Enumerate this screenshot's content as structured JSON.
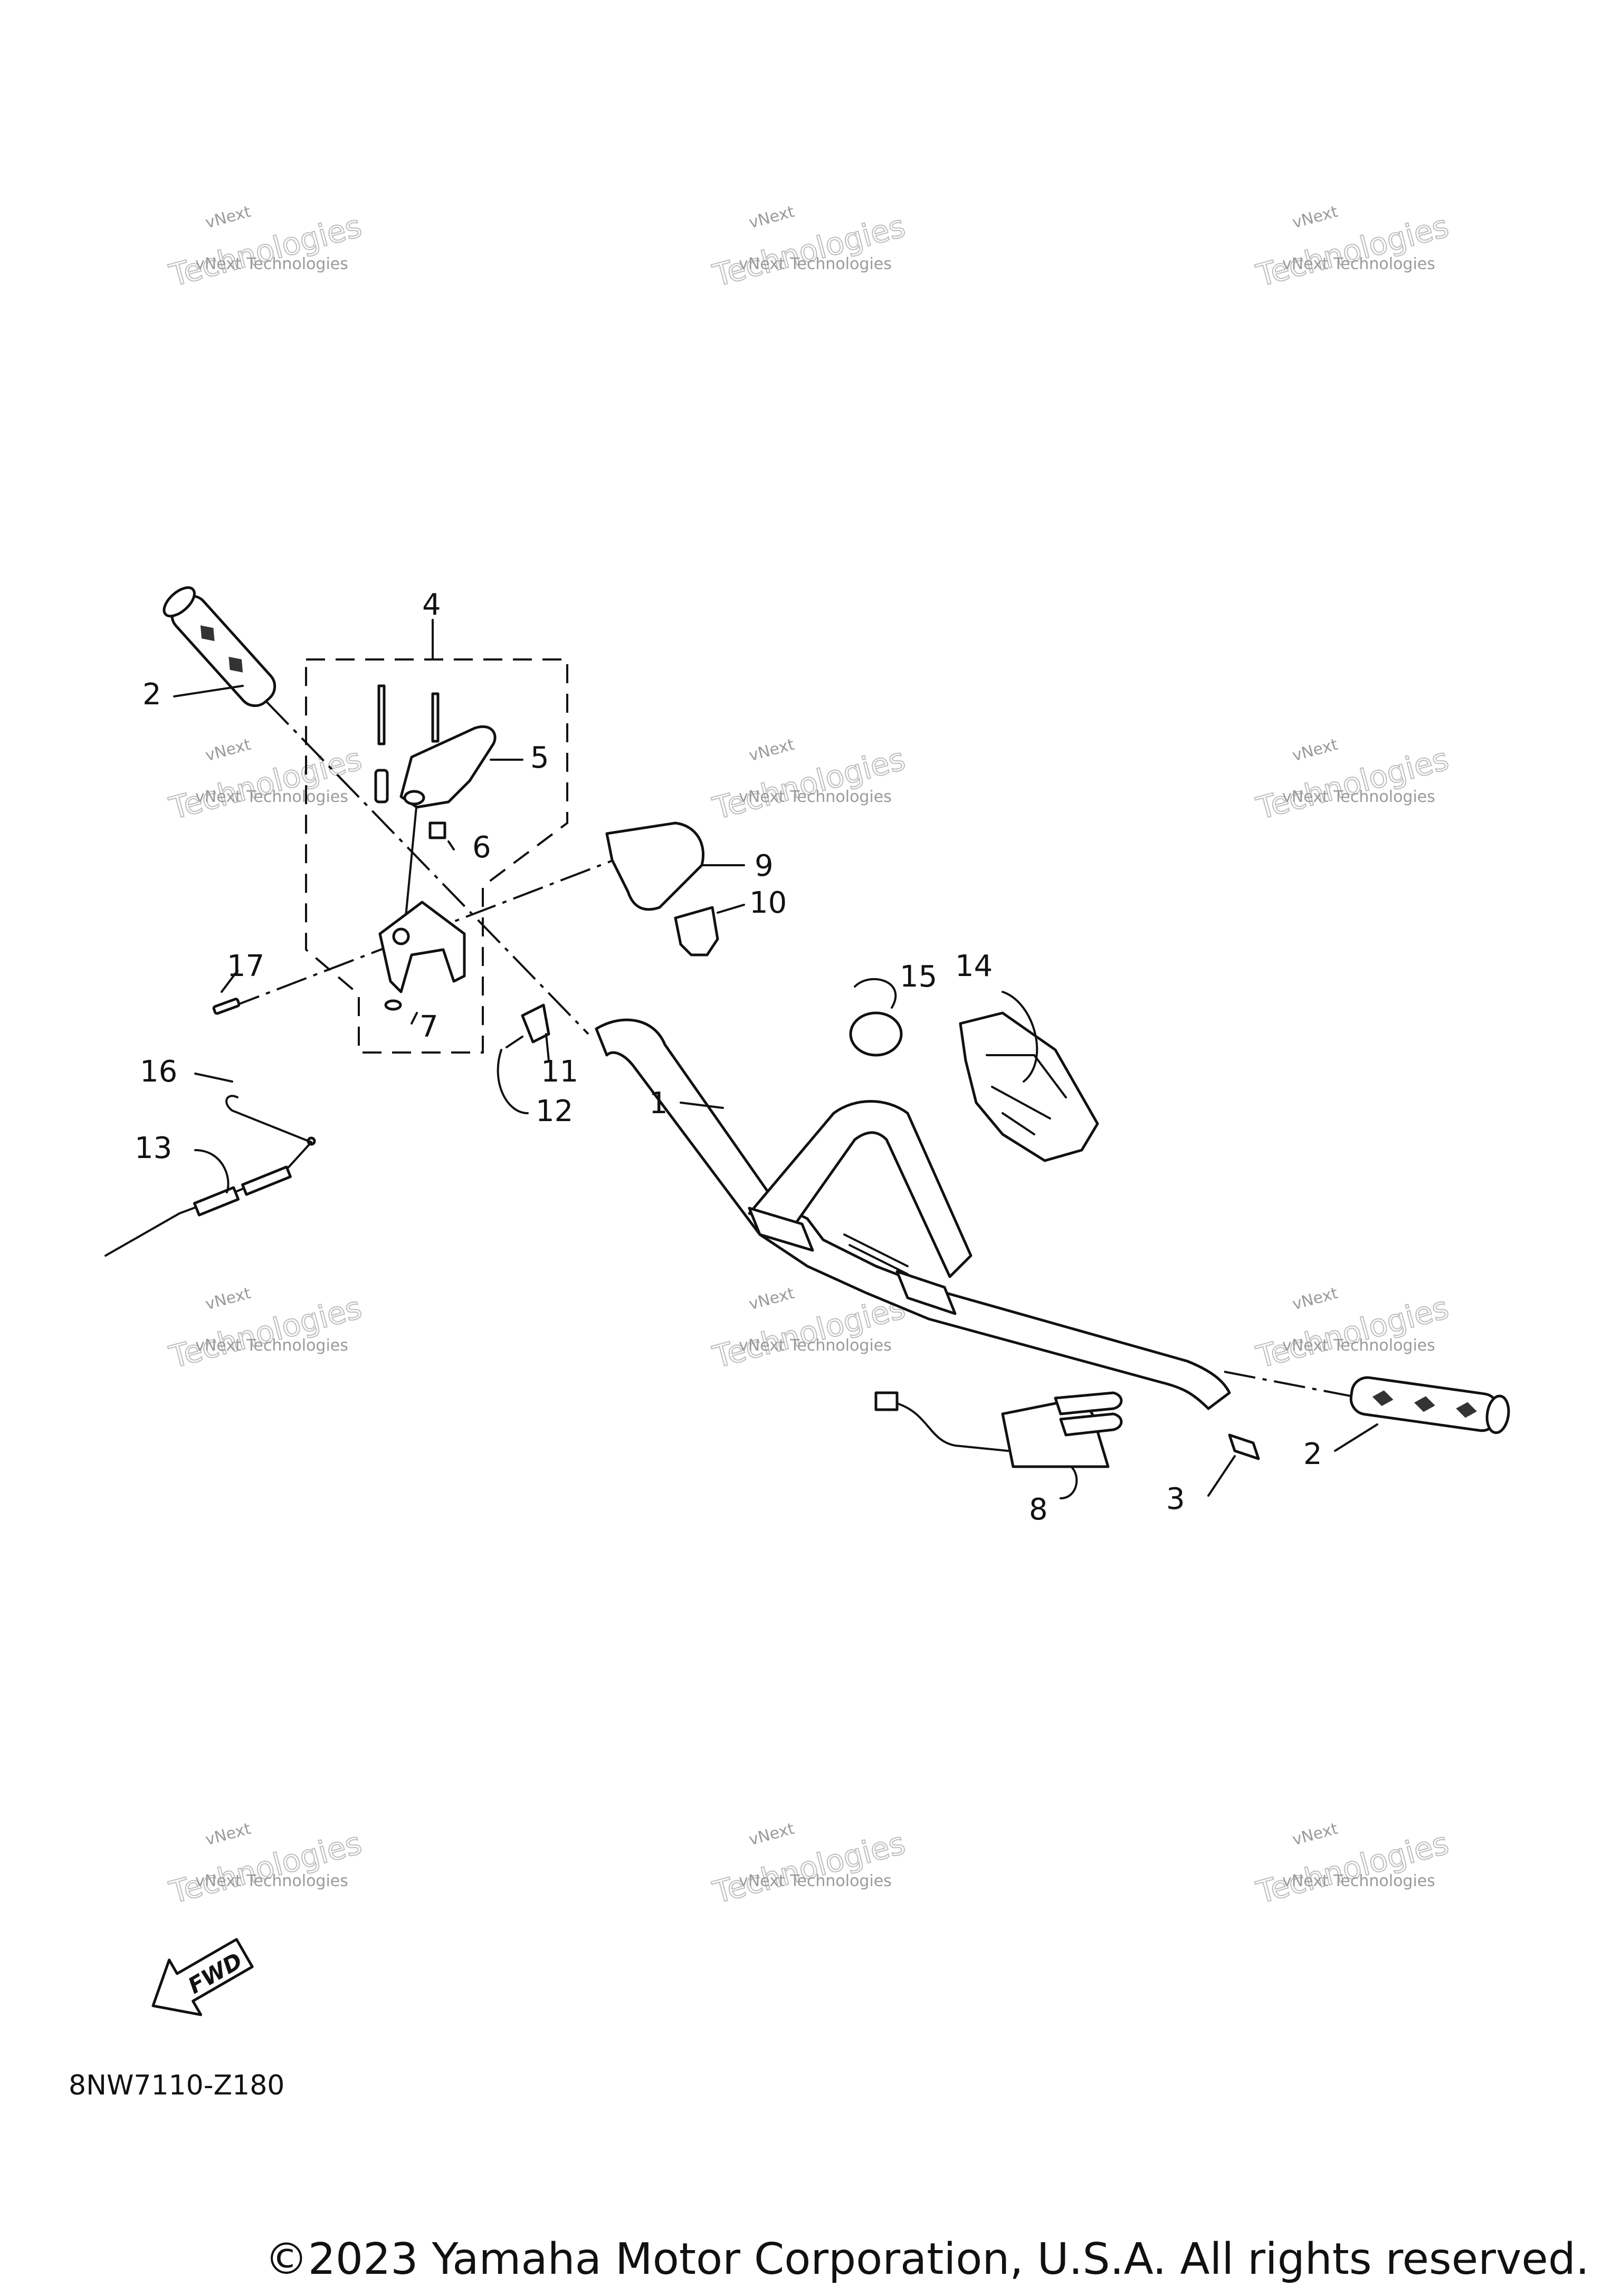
{
  "diagram": {
    "callouts": [
      "1",
      "2",
      "2",
      "3",
      "4",
      "5",
      "6",
      "7",
      "8",
      "9",
      "10",
      "11",
      "12",
      "13",
      "14",
      "15",
      "16",
      "17"
    ],
    "diagram_code": "8NW7110-Z180",
    "fwd_label": "FWD",
    "copyright": "©2023 Yamaha Motor Corporation, U.S.A. All rights reserved.",
    "watermark": {
      "small": "vNext Technologies",
      "big": "Technologies",
      "top": "vNext"
    }
  }
}
